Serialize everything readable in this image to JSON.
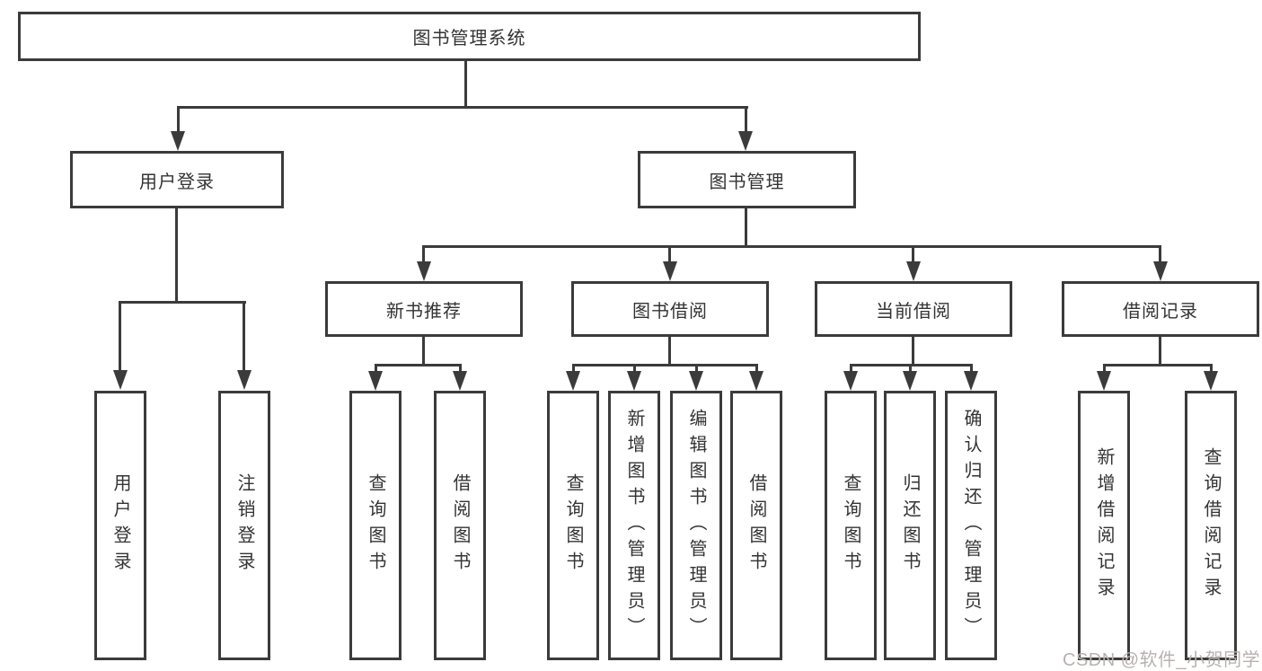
{
  "colors": {
    "line": "#3b3b3b",
    "text": "#333333",
    "background": "#ffffff",
    "watermark": "#b9b1af"
  },
  "tree": {
    "root": "图书管理系统",
    "branches": [
      {
        "label": "用户登录",
        "leaves": [
          "用户登录",
          "注销登录"
        ]
      },
      {
        "label": "图书管理",
        "groups": [
          {
            "label": "新书推荐",
            "leaves": [
              "查询图书",
              "借阅图书"
            ]
          },
          {
            "label": "图书借阅",
            "leaves": [
              "查询图书",
              "新增图书（管理员）",
              "编辑图书（管理员）",
              "借阅图书"
            ]
          },
          {
            "label": "当前借阅",
            "leaves": [
              "查询图书",
              "归还图书",
              "确认归还（管理员）"
            ]
          },
          {
            "label": "借阅记录",
            "leaves": [
              "新增借阅记录",
              "查询借阅记录"
            ]
          }
        ]
      }
    ]
  },
  "watermark": {
    "text": "CSDN @软件_小贺同学"
  }
}
